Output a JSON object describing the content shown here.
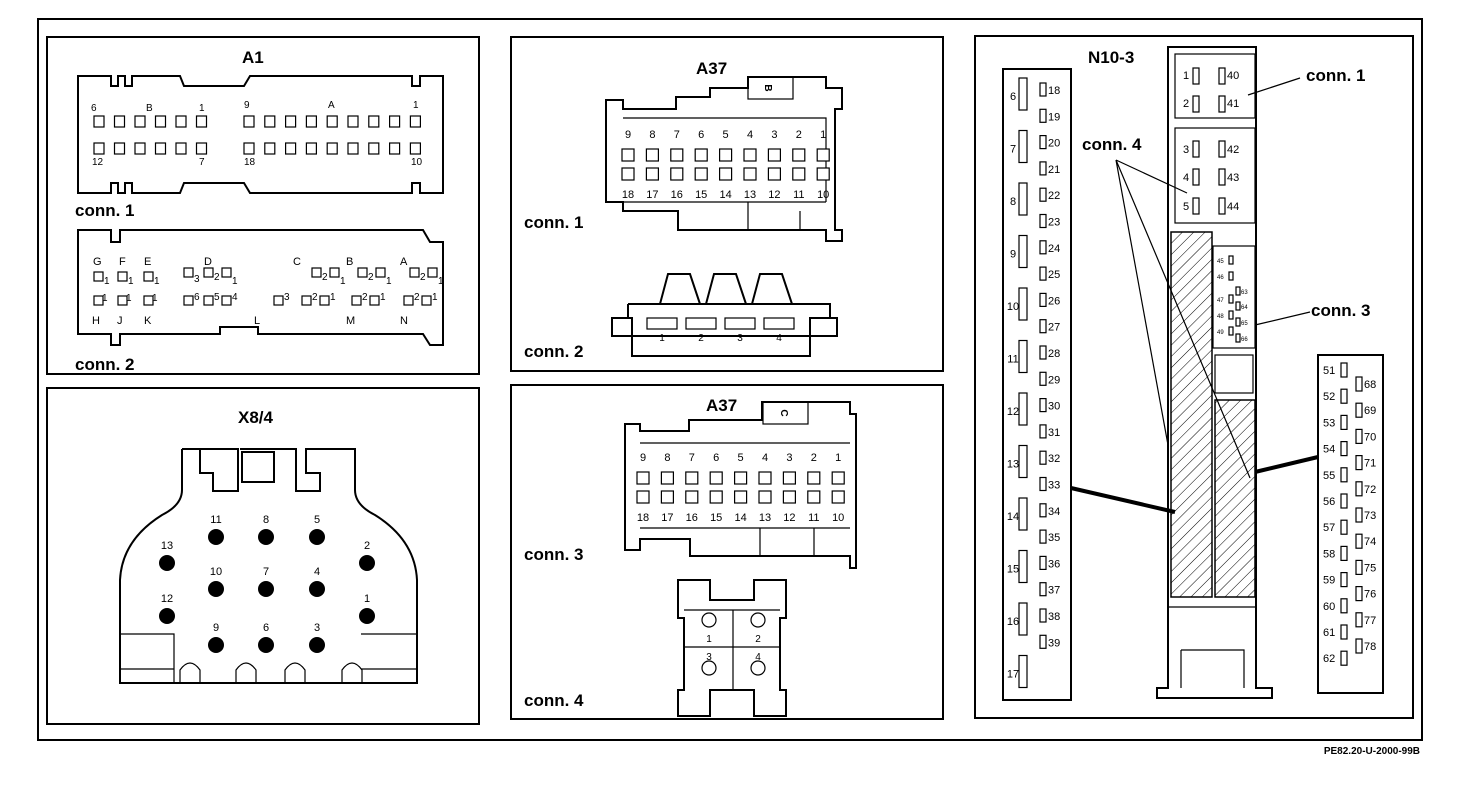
{
  "reference": "PE82.20-U-2000-99B",
  "panels": {
    "a1": {
      "title": "A1",
      "conn1_label": "conn. 1",
      "conn2_label": "conn. 2",
      "conn1": {
        "left_top": [
          "6",
          "B",
          "1"
        ],
        "left_bottom": [
          "12",
          "7"
        ],
        "right_top": [
          "9",
          "A",
          "1"
        ],
        "right_bottom": [
          "18",
          "10"
        ]
      },
      "conn2": {
        "groups": [
          "G",
          "F",
          "E",
          "D",
          "C",
          "B",
          "A"
        ],
        "bottom_groups": [
          "H",
          "J",
          "K",
          "L",
          "M",
          "N"
        ]
      }
    },
    "a37_top": {
      "title": "A37",
      "badge": "B",
      "conn1_label": "conn. 1",
      "conn2_label": "conn. 2",
      "row1": [
        "9",
        "8",
        "7",
        "6",
        "5",
        "4",
        "3",
        "2",
        "1"
      ],
      "row2": [
        "18",
        "17",
        "16",
        "15",
        "14",
        "13",
        "12",
        "11",
        "10"
      ],
      "conn2_pins": [
        "1",
        "2",
        "3",
        "4"
      ]
    },
    "x8": {
      "title": "X8/4",
      "pins": [
        "11",
        "8",
        "5",
        "13",
        "2",
        "10",
        "7",
        "4",
        "12",
        "1",
        "9",
        "6",
        "3"
      ]
    },
    "a37_bottom": {
      "title": "A37",
      "badge": "C",
      "conn3_label": "conn. 3",
      "conn4_label": "conn. 4",
      "row1": [
        "9",
        "8",
        "7",
        "6",
        "5",
        "4",
        "3",
        "2",
        "1"
      ],
      "row2": [
        "18",
        "17",
        "16",
        "15",
        "14",
        "13",
        "12",
        "11",
        "10"
      ],
      "conn4_pins": [
        "1",
        "2",
        "3",
        "4"
      ]
    },
    "n10": {
      "title": "N10-3",
      "conn1_label": "conn. 1",
      "conn3_label": "conn. 3",
      "conn4_label": "conn. 4",
      "conn1_pins": [
        "1",
        "40",
        "2",
        "41"
      ],
      "conn2_pins": [
        "3",
        "42",
        "4",
        "43",
        "5",
        "44"
      ],
      "conn3_pins": [
        "45",
        "46",
        "63",
        "47",
        "64",
        "48",
        "65",
        "49",
        "66"
      ],
      "left_big": [
        "6",
        "7",
        "8",
        "9",
        "10",
        "11",
        "12",
        "13",
        "14",
        "15",
        "16",
        "17"
      ],
      "left_small": [
        "18",
        "19",
        "20",
        "21",
        "22",
        "23",
        "24",
        "25",
        "26",
        "27",
        "28",
        "29",
        "30",
        "31",
        "32",
        "33",
        "34",
        "35",
        "36",
        "37",
        "38",
        "39"
      ],
      "right_left": [
        "51",
        "52",
        "53",
        "54",
        "55",
        "56",
        "57",
        "58",
        "59",
        "60",
        "61",
        "62"
      ],
      "right_right": [
        "68",
        "69",
        "70",
        "71",
        "72",
        "73",
        "74",
        "75",
        "76",
        "77",
        "78"
      ]
    }
  }
}
